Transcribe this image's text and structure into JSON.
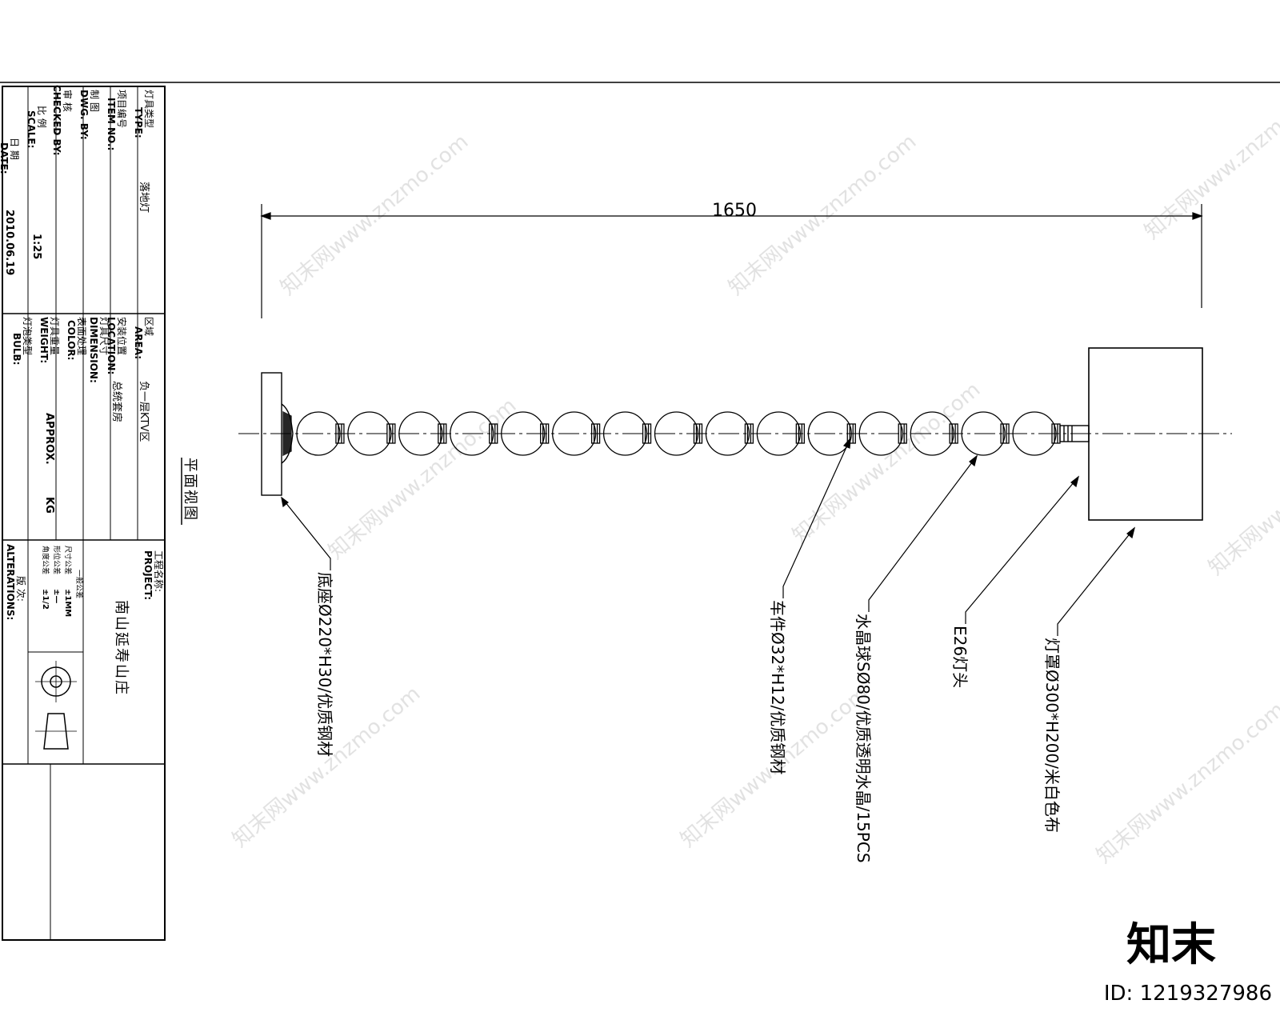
{
  "title_block": {
    "type_cn": "灯具类型",
    "type_en": "TYPE:",
    "type_value": "落地灯",
    "item_cn": "项目编号",
    "item_en": "ITEM NO.:",
    "drawn_cn": "制    图",
    "drawn_en": "DWG. BY:",
    "checked_cn": "审    核",
    "checked_en": "CHECKED BY:",
    "scale_cn": "比    例",
    "scale_en": "SCALE:",
    "scale_value": "1:25",
    "date_cn": "日    期",
    "date_en": "DATE:",
    "date_value": "2010.06.19",
    "area_cn": "区域",
    "area_en": "AREA:",
    "area_value": "负一层KTV区",
    "location_cn": "安装位置",
    "location_en": "LOCATION:",
    "location_value": "总统套房",
    "dimension_cn": "灯具尺寸",
    "dimension_en": "DIMENSION:",
    "color_cn": "表面处理",
    "color_en": "COLOR:",
    "weight_cn": "灯具重量",
    "weight_en": "WEIGHT:",
    "weight_approx": "APPROX.",
    "weight_unit": "KG",
    "bulb_cn": "灯泡类型",
    "bulb_en": "BULB:",
    "project_cn": "工程名称:",
    "project_en": "PROJECT:",
    "project_value": "南山延寿山庄",
    "tolerance_title": "一般公差",
    "tol1_label": "尺寸公差",
    "tol1_value": "±1MM",
    "tol2_label": "形位公差",
    "tol2_value": "±—",
    "tol3_label": "角度公差",
    "tol3_value": "±1/2",
    "alterations_cn": "版    次:",
    "alterations_en": "ALTERATIONS:"
  },
  "drawing": {
    "view_label": "平面视图",
    "dimension_total": "1650",
    "ball_count": 15,
    "labels": {
      "base": "底座Ø220*H30/优质钢材",
      "turned_part": "车件Ø32*H12/优质钢材",
      "crystal_ball": "水晶球SØ80/优质透明水晶/15PCS",
      "lamp_holder": "E26灯头",
      "lampshade": "灯罩Ø300*H200/米白色布"
    }
  },
  "branding": {
    "logo_text": "知末",
    "watermark_text": "知末网www.znzmo.com",
    "id_label": "ID: 1219327986"
  }
}
